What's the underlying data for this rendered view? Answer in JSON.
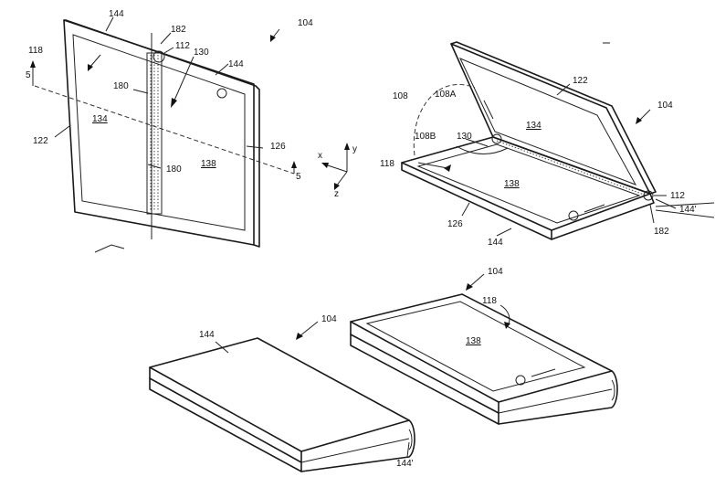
{
  "figures": {
    "top_left": {
      "labels": [
        "144",
        "182",
        "112",
        "104",
        "118",
        "130",
        "144",
        "5",
        "180",
        "134",
        "122",
        "126",
        "180",
        "138",
        "5"
      ],
      "underlined": [
        "134",
        "138"
      ]
    },
    "axes": {
      "x": "x",
      "y": "y",
      "z": "z"
    },
    "top_right": {
      "labels": [
        "122",
        "104",
        "108",
        "108A",
        "134",
        "108B",
        "130",
        "118",
        "138",
        "126",
        "144",
        "112",
        "144'",
        "182"
      ],
      "underlined": [
        "134",
        "138"
      ]
    },
    "bottom_left": {
      "labels": [
        "144",
        "104",
        "144'"
      ]
    },
    "bottom_right": {
      "labels": [
        "104",
        "118",
        "138"
      ],
      "underlined": [
        "138"
      ]
    }
  }
}
